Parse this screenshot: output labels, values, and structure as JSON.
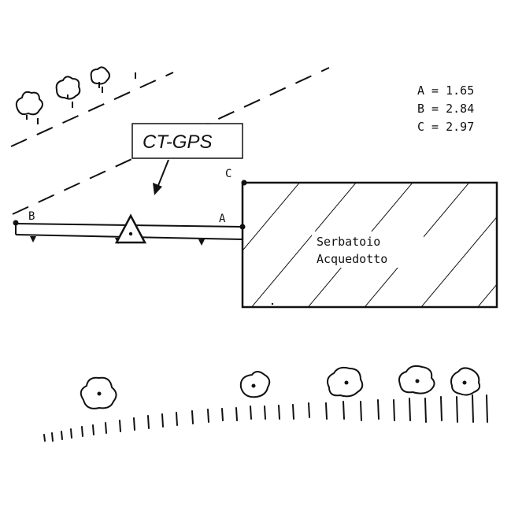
{
  "callout": {
    "label": "CT-GPS"
  },
  "points": {
    "a": "A",
    "b": "B",
    "c": "C"
  },
  "legend": [
    {
      "text": "A = 1.65"
    },
    {
      "text": "B = 2.84"
    },
    {
      "text": "C = 2.97"
    }
  ],
  "tank": {
    "line1": "Serbatoio",
    "line2": "Acquedotto"
  },
  "colors": {
    "ink": "#111111",
    "paper": "#ffffff"
  },
  "icons": {
    "station": "triangle-station-icon",
    "tree": "tree-icon",
    "post": "fence-post-icon"
  }
}
